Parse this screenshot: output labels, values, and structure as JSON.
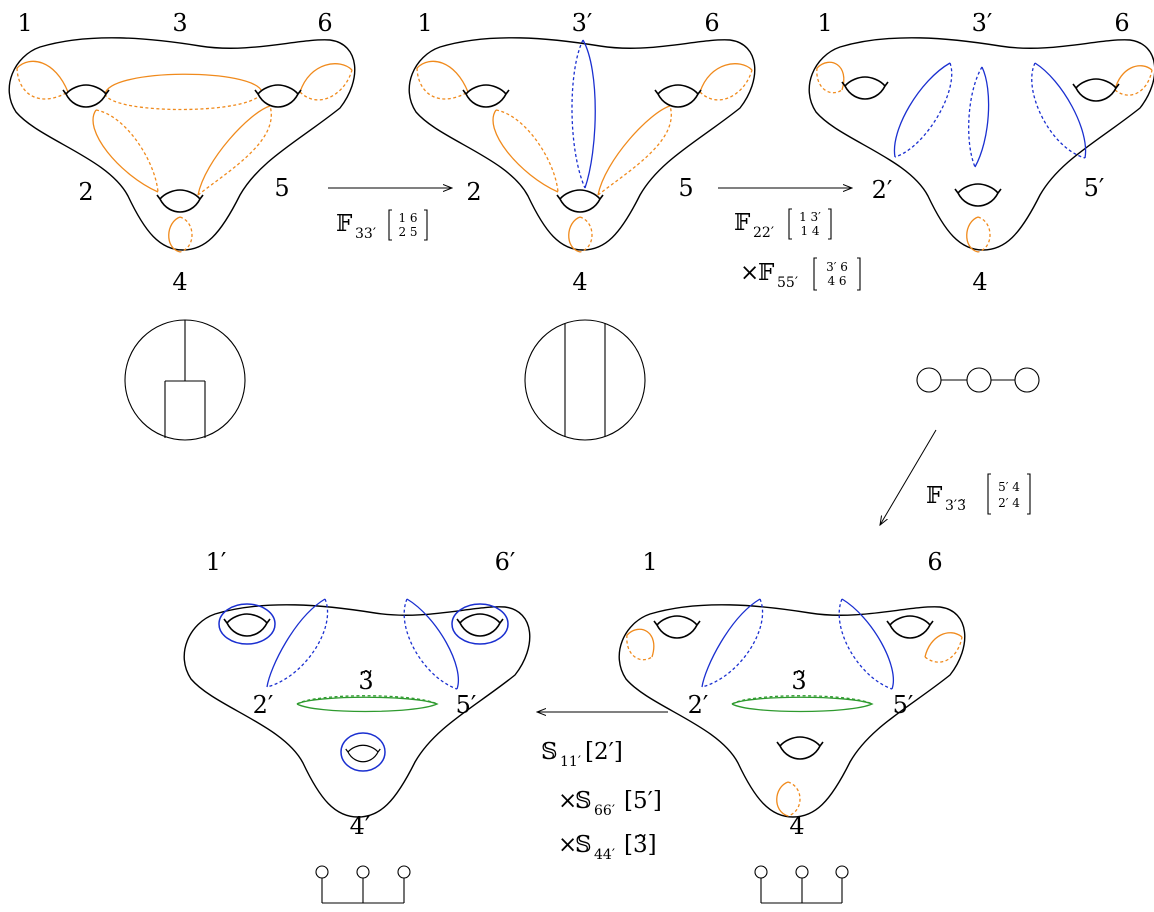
{
  "colors": {
    "orange": "#f08a1c",
    "blue": "#1a2fd0",
    "green": "#2e9a2e",
    "ink": "#000000"
  },
  "panel1": {
    "l1": "1",
    "l3": "3",
    "l6": "6",
    "l2": "2",
    "l5": "5",
    "l4": "4"
  },
  "panel2": {
    "l1": "1",
    "l3": "3′",
    "l6": "6",
    "l2": "2",
    "l5": "5",
    "l4": "4"
  },
  "panel3": {
    "l1": "1",
    "l3": "3′",
    "l6": "6",
    "l2": "2′",
    "l5": "5′",
    "l4": "4"
  },
  "panel4": {
    "l1": "1",
    "l6": "6",
    "l2": "2′",
    "l5": "5′",
    "l3": "3̃",
    "l4": "4"
  },
  "panel5": {
    "l1": "1′",
    "l6": "6′",
    "l2": "2′",
    "l5": "5′",
    "l3": "3̃",
    "l4": "4′"
  },
  "moves": {
    "m1": {
      "op": "𝔽",
      "sub": "33′",
      "top": "1 6",
      "bot": "2 5"
    },
    "m2": {
      "op": "𝔽",
      "sub": "22′",
      "top": "1 3′",
      "bot": "1 4"
    },
    "m3": {
      "prefix": "×",
      "op": "𝔽",
      "sub": "55′",
      "top": "3′ 6",
      "bot": "4 6"
    },
    "m4": {
      "op": "𝔽",
      "sub": "3′3̃",
      "top": "5′ 4",
      "bot": "2′ 4"
    },
    "m5": {
      "op": "𝕊",
      "sub": "11′",
      "arg": "[2′]"
    },
    "m6": {
      "prefix": "×",
      "op": "𝕊",
      "sub": "66′",
      "arg": "[5′]"
    },
    "m7": {
      "prefix": "×",
      "op": "𝕊",
      "sub": "44′",
      "arg": "[3̃]"
    }
  }
}
